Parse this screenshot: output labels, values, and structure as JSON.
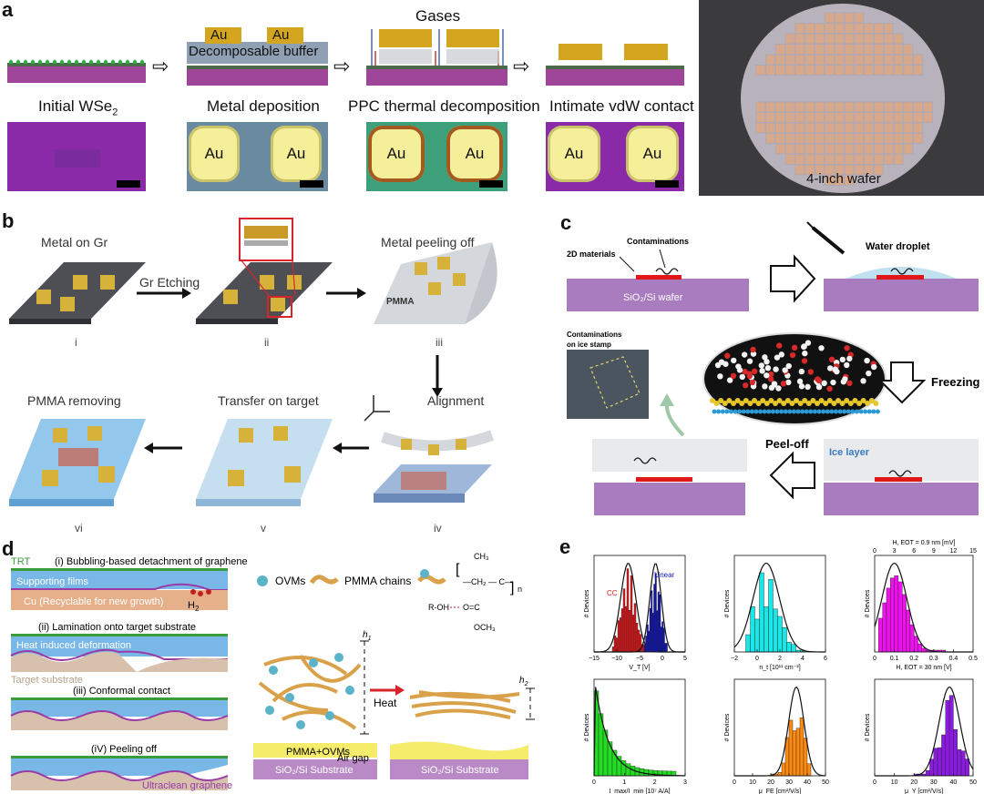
{
  "panel_a": {
    "label": "a",
    "gases_label": "Gases",
    "au_label": "Au",
    "buffer_label": "Decomposable buffer",
    "steps": [
      "Initial WSe",
      "Metal deposition",
      "PPC thermal decomposition",
      "Intimate vdW contact"
    ],
    "step0_subscript": "2",
    "wafer_label": "4-inch wafer"
  },
  "panel_b": {
    "label": "b",
    "metal_on_gr": "Metal on Gr",
    "gr_etching": "Gr Etching",
    "metal_peeling": "Metal peeling off",
    "pmma": "PMMA",
    "alignment": "Alignment",
    "transfer": "Transfer on target",
    "pmma_removing": "PMMA removing",
    "numerals": [
      "i",
      "ii",
      "iii",
      "iv",
      "v",
      "vi"
    ]
  },
  "panel_c": {
    "label": "c",
    "contaminations": "Contaminations",
    "materials_2d": "2D materials",
    "substrate": "SiO₂/Si wafer",
    "water_droplet": "Water droplet",
    "contam_ice": "Contaminations",
    "contam_ice2": "on ice stamp",
    "freezing": "Freezing",
    "peel_off": "Peel-off",
    "ice_layer": "Ice layer"
  },
  "panel_d": {
    "label": "d",
    "trt": "TRT",
    "step1": "(i) Bubbling-based detachment of graphene",
    "supporting": "Supporting films",
    "cu": "Cu (Recyclable for new growth)",
    "h2": "H",
    "h2_sub": "2",
    "step2": "(ii) Lamination onto target substrate",
    "heat_deform": "Heat induced deformation",
    "target": "Target substrate",
    "step3": "(iii) Conformal contact",
    "step4": "(iV) Peeling off",
    "ultraclean": "Ultraclean graphene",
    "ovms": "OVMs",
    "pmma_chains": "PMMA chains",
    "h1": "h",
    "h1_sub": "1",
    "h2b": "h",
    "h2b_sub": "2",
    "heat": "Heat",
    "roh": "R-OH",
    "pmma_ovms": "PMMA+OVMs",
    "air_gap": "Air gap",
    "substrate_a": "SiO₂/Si Substrate",
    "substrate_b": "SiO₂/Si Substrate",
    "ch3": "CH₃",
    "ch2": "—CH₂ — C—",
    "n": "n",
    "och3": "OCH₃",
    "o_c": "O=C"
  },
  "panel_e": {
    "label": "e",
    "ylabel": "# Devices",
    "plots": [
      {
        "xlabel": "V_T [V]",
        "ticks": [
          "−15",
          "−10",
          "−5",
          "0",
          "5"
        ],
        "legend": [
          "CC",
          "Linear"
        ],
        "colors": [
          "#e0191b",
          "#0f14c8"
        ]
      },
      {
        "xlabel": "n_t [10¹¹ cm⁻²]",
        "ticks": [
          "−2",
          "0",
          "2",
          "4",
          "6"
        ],
        "colors": [
          "#19e6e6"
        ]
      },
      {
        "xlabel": "H, EOT = 30 nm [V]",
        "ticks": [
          "0",
          "0.1",
          "0.2",
          "0.3",
          "0.4",
          "0.5"
        ],
        "top_label": "H, EOT = 0.9 nm [mV]",
        "top_ticks": [
          "0",
          "3",
          "6",
          "9",
          "12",
          "15"
        ],
        "colors": [
          "#ee11ee"
        ]
      },
      {
        "xlabel": "I_max/I_min [10⁷ A/A]",
        "ticks": [
          "0",
          "1",
          "2",
          "3"
        ],
        "colors": [
          "#22dd22"
        ]
      },
      {
        "xlabel": "μ_FE [cm²/V/s]",
        "ticks": [
          "0",
          "10",
          "20",
          "30",
          "40",
          "50"
        ],
        "colors": [
          "#ff8c10"
        ]
      },
      {
        "xlabel": "μ_Y [cm²/V/s]",
        "ticks": [
          "0",
          "10",
          "20",
          "30",
          "40",
          "50"
        ],
        "colors": [
          "#8a1adf"
        ]
      }
    ]
  }
}
